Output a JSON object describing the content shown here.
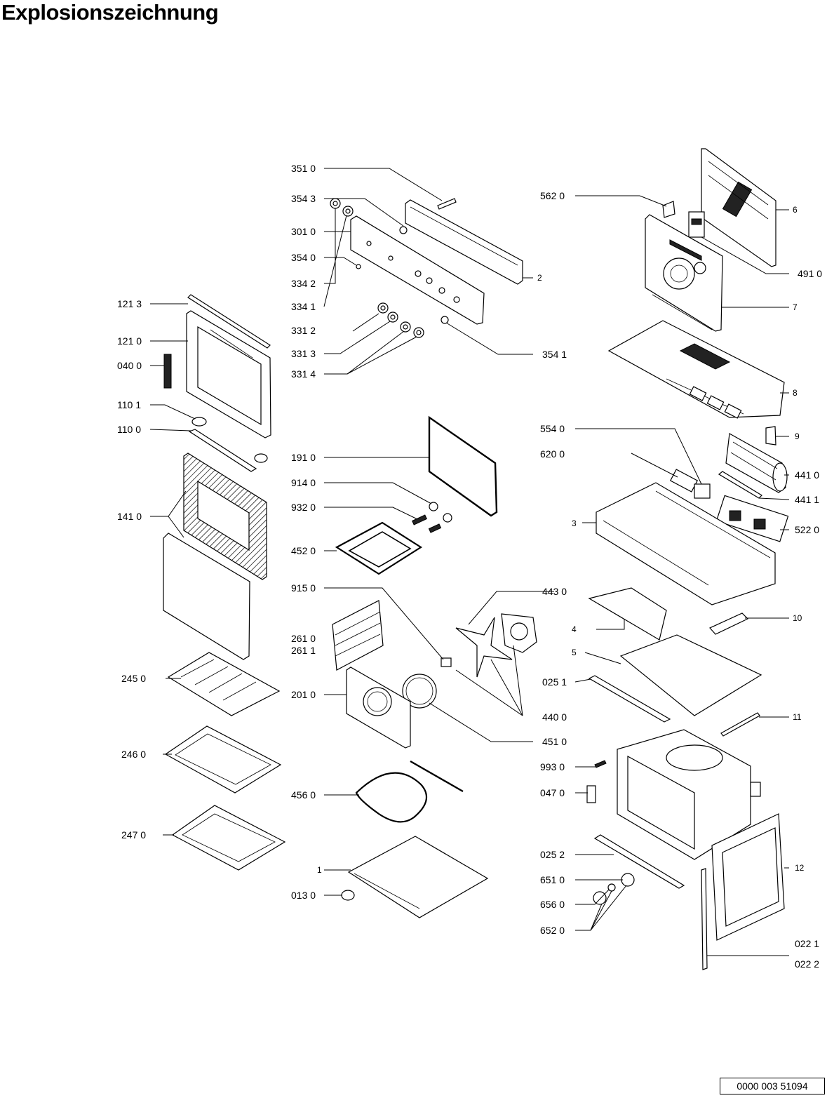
{
  "title": "Explosionszeichnung",
  "document_number": "0000 003 51094",
  "labels": {
    "p351_0": "351 0",
    "p354_3": "354 3",
    "p301_0": "301 0",
    "p354_0": "354 0",
    "p334_2": "334 2",
    "p334_1": "334 1",
    "p331_2": "331 2",
    "p331_3": "331 3",
    "p331_4": "331 4",
    "p354_1": "354 1",
    "p2": "2",
    "p562_0": "562 0",
    "p6": "6",
    "p491_0": "491 0",
    "p7": "7",
    "p8": "8",
    "p121_3": "121 3",
    "p121_0": "121 0",
    "p040_0": "040 0",
    "p110_1": "110 1",
    "p110_0": "110 0",
    "p141_0": "141 0",
    "p191_0": "191 0",
    "p914_0": "914 0",
    "p932_0": "932 0",
    "p452_0": "452 0",
    "p554_0": "554 0",
    "p620_0": "620 0",
    "p9": "9",
    "p441_0": "441 0",
    "p441_1": "441 1",
    "p3": "3",
    "p522_0": "522 0",
    "p915_0": "915 0",
    "p443_0": "443 0",
    "p261_0": "261 0",
    "p261_1": "261 1",
    "p4": "4",
    "p10": "10",
    "p5": "5",
    "p245_0": "245 0",
    "p201_0": "201 0",
    "p025_1": "025 1",
    "p440_0": "440 0",
    "p11": "11",
    "p451_0": "451 0",
    "p246_0": "246 0",
    "p993_0": "993 0",
    "p047_0": "047 0",
    "p456_0": "456 0",
    "p247_0": "247 0",
    "p025_2": "025 2",
    "p1": "1",
    "p12": "12",
    "p651_0": "651 0",
    "p656_0": "656 0",
    "p013_0": "013 0",
    "p652_0": "652 0",
    "p022_1": "022 1",
    "p022_2": "022 2"
  }
}
